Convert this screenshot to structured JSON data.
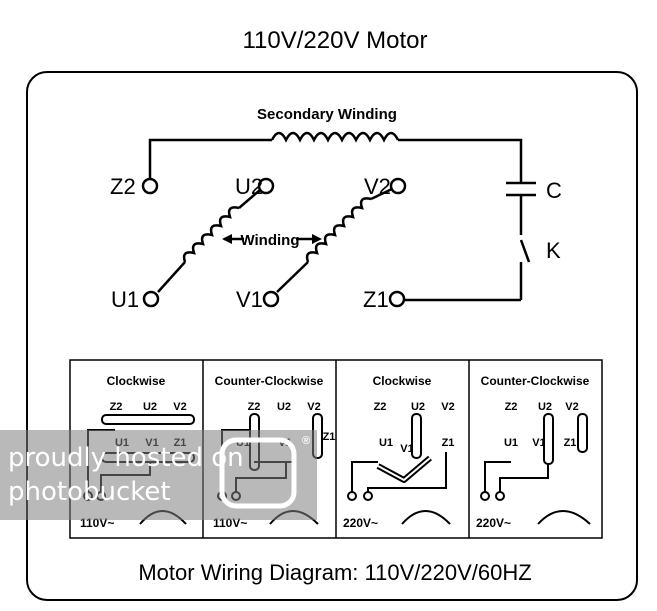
{
  "title": "110V/220V Motor",
  "footer": "Motor Wiring Diagram: 110V/220V/60HZ",
  "schematic": {
    "secondary_winding": "Secondary Winding",
    "winding": "Winding",
    "capacitor": "C",
    "switch": "K",
    "terminals": {
      "z2": "Z2",
      "u2": "U2",
      "v2": "V2",
      "u1": "U1",
      "v1": "V1",
      "z1": "Z1"
    }
  },
  "panels": [
    {
      "direction": "Clockwise",
      "voltage": "110V~"
    },
    {
      "direction": "Counter-Clockwise",
      "voltage": "110V~"
    },
    {
      "direction": "Clockwise",
      "voltage": "220V~"
    },
    {
      "direction": "Counter-Clockwise",
      "voltage": "220V~"
    }
  ],
  "panel_terminals": {
    "z2": "Z2",
    "u2": "U2",
    "v2": "V2",
    "u1": "U1",
    "v1": "V1",
    "z1": "Z1"
  },
  "watermark": {
    "line1": "proudly hosted on",
    "line2": "photobucket",
    "mark": "®"
  }
}
